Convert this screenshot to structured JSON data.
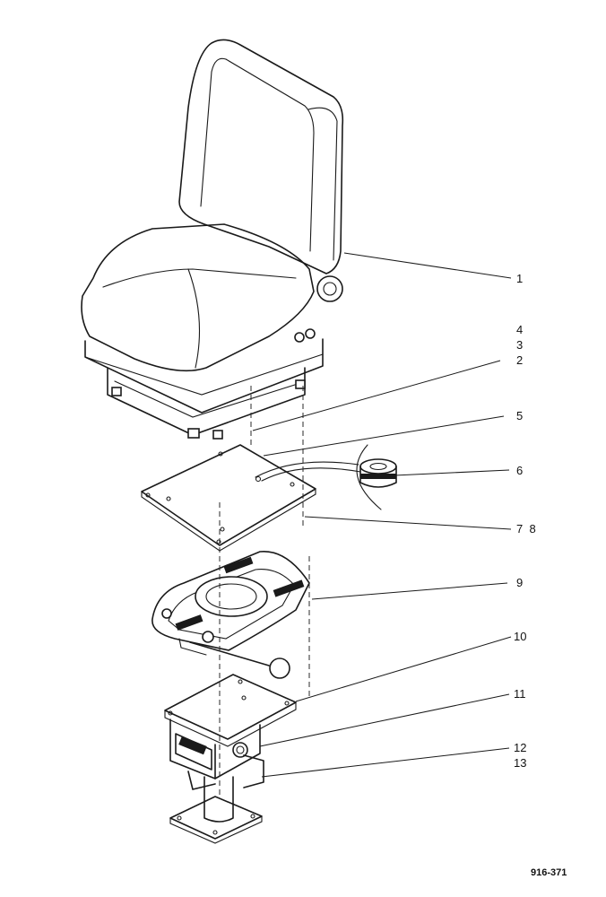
{
  "callouts": {
    "c1": "1",
    "c4": "4",
    "c3": "3",
    "c2": "2",
    "c5": "5",
    "c6": "6",
    "c78": "7  8",
    "c9": "9",
    "c10": "10",
    "c11": "11",
    "c12": "12",
    "c13": "13"
  },
  "figure_code": "916-371"
}
